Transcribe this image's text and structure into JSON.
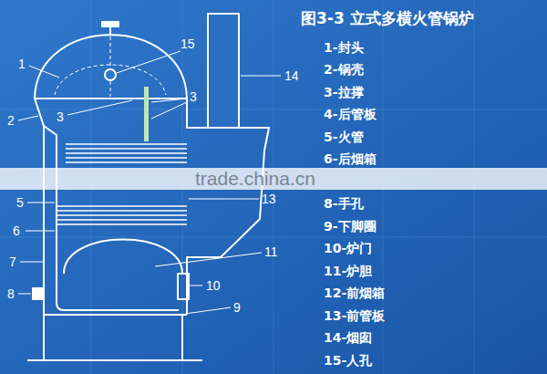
{
  "diagram": {
    "title": "图3-3  立式多横火管锅炉",
    "labels": [
      "1",
      "15",
      "14",
      "3",
      "2",
      "3",
      "13",
      "5",
      "6",
      "11",
      "7",
      "10",
      "8",
      "9",
      "1-封头",
      "2-锅壳",
      "3-拉撑",
      "4-后管板",
      "5-火管",
      "6-后烟箱",
      "8-手孔",
      "9-下脚圈",
      "10-炉门",
      "11-炉胆",
      "12-前烟箱",
      "13-前管板",
      "14-烟囱",
      "15-人孔",
      "trade.china.cn"
    ]
  }
}
